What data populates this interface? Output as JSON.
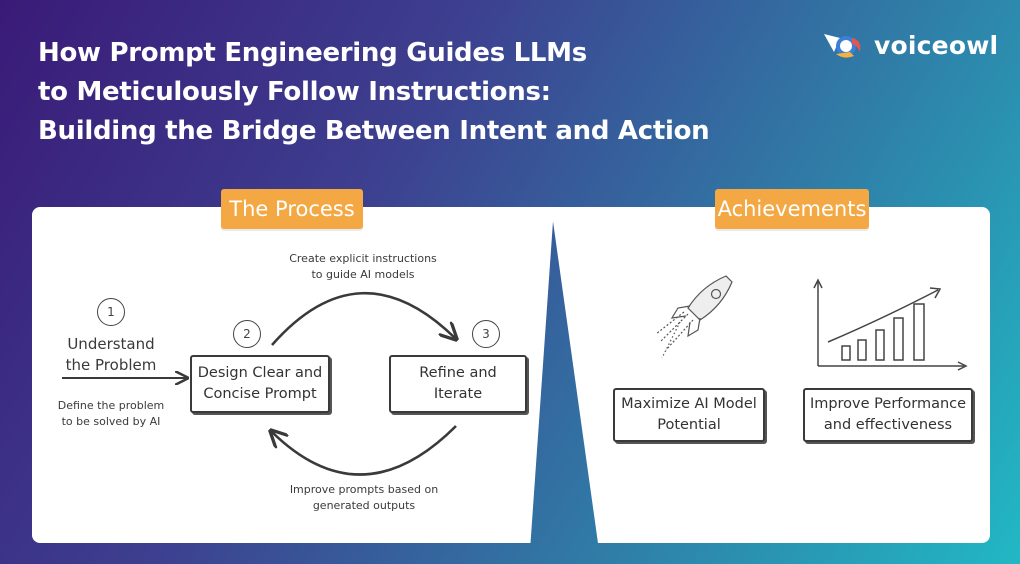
{
  "header": {
    "title_lines": [
      "How Prompt Engineering Guides LLMs",
      "to Meticulously Follow Instructions:",
      "Building the Bridge Between Intent and Action"
    ]
  },
  "logo": {
    "text": "voiceowl",
    "icon": "owl-logo-icon"
  },
  "process": {
    "label": "The Process",
    "step1": {
      "number": "1",
      "title_lines": [
        "Understand",
        "the Problem"
      ],
      "description_lines": [
        "Define the problem",
        "to be solved by AI"
      ]
    },
    "step2": {
      "number": "2",
      "lines": [
        "Design Clear and",
        "Concise Prompt"
      ]
    },
    "step3": {
      "number": "3",
      "lines": [
        "Refine and",
        "Iterate"
      ]
    },
    "top_arrow_note": [
      "Create explicit instructions",
      "to guide AI models"
    ],
    "bottom_arrow_note": [
      "Improve prompts based on",
      "generated outputs"
    ]
  },
  "achievements": {
    "label": "Achievements",
    "item1": {
      "icon": "rocket-icon",
      "lines": [
        "Maximize AI Model",
        "Potential"
      ]
    },
    "item2": {
      "icon": "growth-chart-icon",
      "lines": [
        "Improve Performance",
        "and effectiveness"
      ]
    }
  },
  "colors": {
    "tag_orange": "#f3a844",
    "bg_start": "#3a1a78",
    "bg_end": "#21b8c4",
    "ink": "#3a3a3a"
  }
}
